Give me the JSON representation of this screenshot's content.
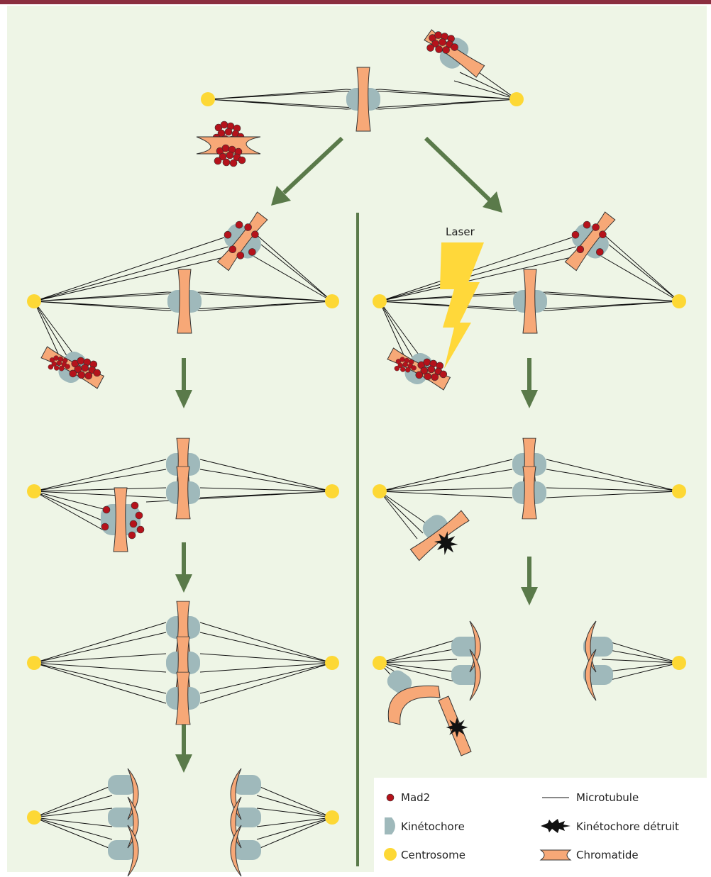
{
  "colors": {
    "border": "#8b2e3f",
    "background": "#eef5e6",
    "mad2": "#b5121b",
    "kinetochore": "#9fb9bb",
    "centrosome": "#fdd835",
    "chromatid": "#f7a877",
    "arrow": "#5a7a4a",
    "laser": "#ffd83a"
  },
  "labels": {
    "laser": "Laser"
  },
  "legend": {
    "mad2": "Mad2",
    "kinetochore": "Kinétochore",
    "centrosome": "Centrosome",
    "microtubule": "Microtubule",
    "kinetochore_destroyed": "Kinétochore détruit",
    "chromatid": "Chromatide"
  }
}
